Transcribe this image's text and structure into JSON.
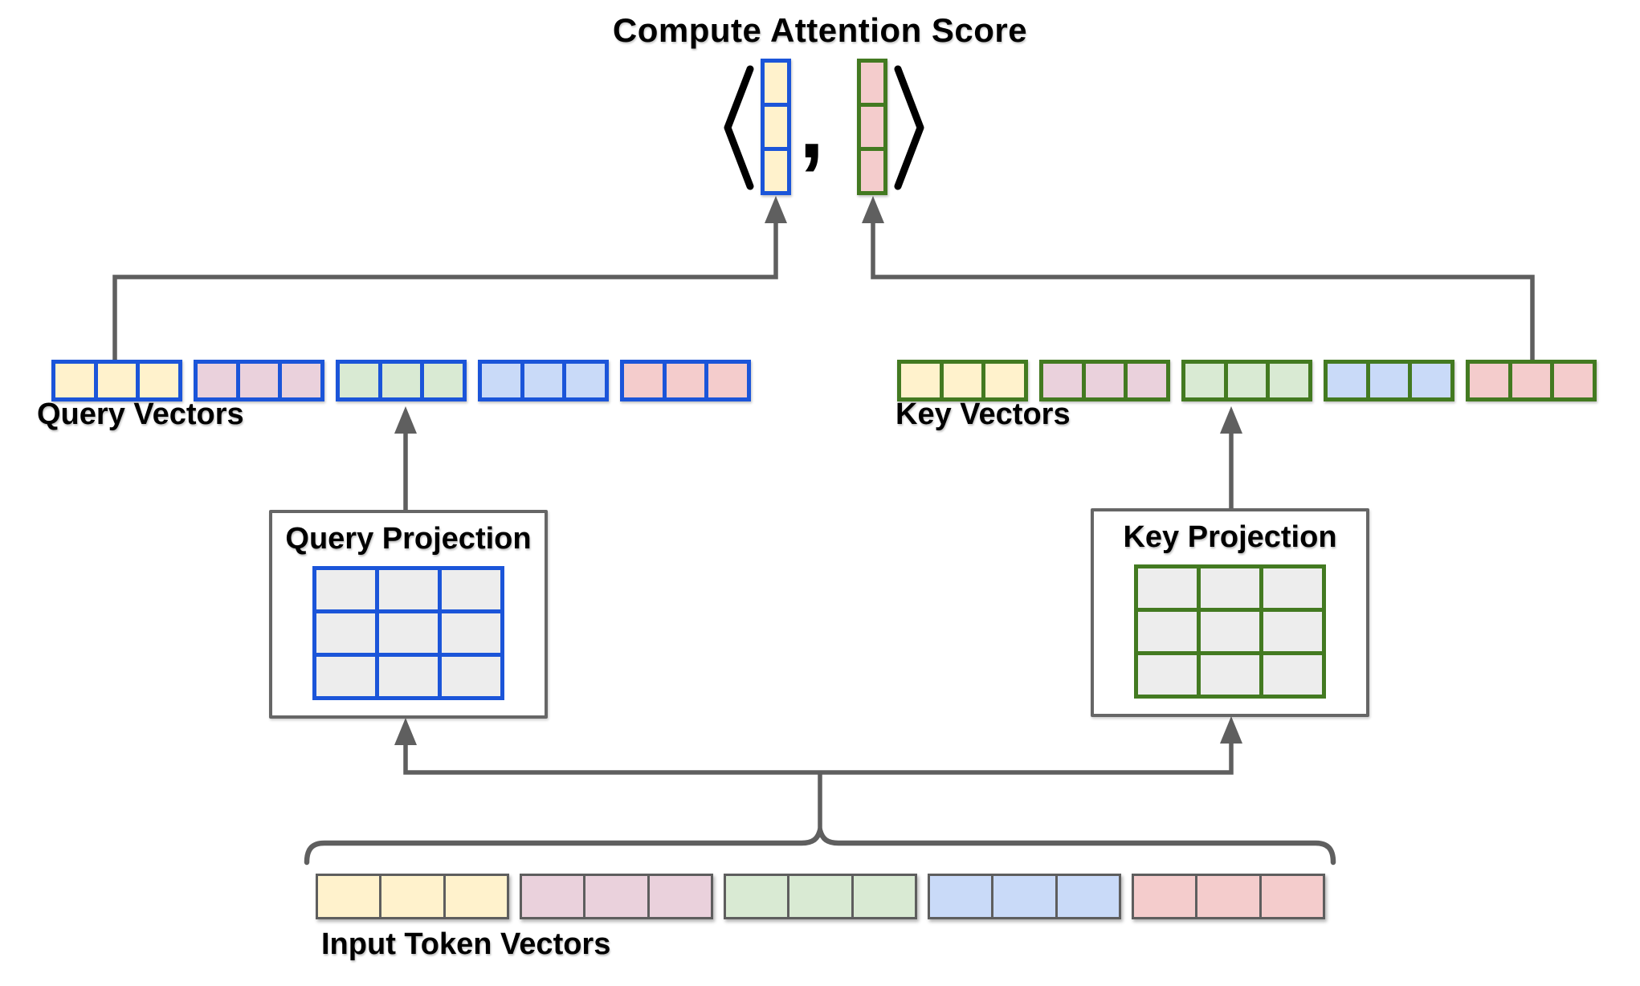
{
  "title": "Compute Attention Score",
  "palette": {
    "connector": "#5F5F5F",
    "black": "#000000",
    "query_border": "#1B55D9",
    "key_border": "#437A21",
    "input_border": "#5E5E5E",
    "projection_box_border": "#666666",
    "projection_cell_fill": "#EDEDED"
  },
  "attention_score": {
    "left_bracket": "⟨",
    "comma": ",",
    "right_bracket": "⟩",
    "operand_cells": 3,
    "query_operand_fill": "#FFF2CC",
    "key_operand_fill": "#F4CCCC"
  },
  "query_vectors": {
    "label": "Query Vectors",
    "cells_per_group": 3,
    "group_fills": [
      "#FFF2CC",
      "#EAD1DC",
      "#D9EAD3",
      "#C9DAF8",
      "#F4CCCC"
    ]
  },
  "key_vectors": {
    "label": "Key Vectors",
    "cells_per_group": 3,
    "group_fills": [
      "#FFF2CC",
      "#EAD1DC",
      "#D9EAD3",
      "#C9DAF8",
      "#F4CCCC"
    ]
  },
  "query_projection": {
    "label": "Query Projection",
    "rows": 3,
    "cols": 3
  },
  "key_projection": {
    "label": "Key Projection",
    "rows": 3,
    "cols": 3
  },
  "input_tokens": {
    "label": "Input Token Vectors",
    "cells_per_group": 3,
    "group_fills": [
      "#FFF2CC",
      "#EAD1DC",
      "#D9EAD3",
      "#C9DAF8",
      "#F4CCCC"
    ]
  }
}
